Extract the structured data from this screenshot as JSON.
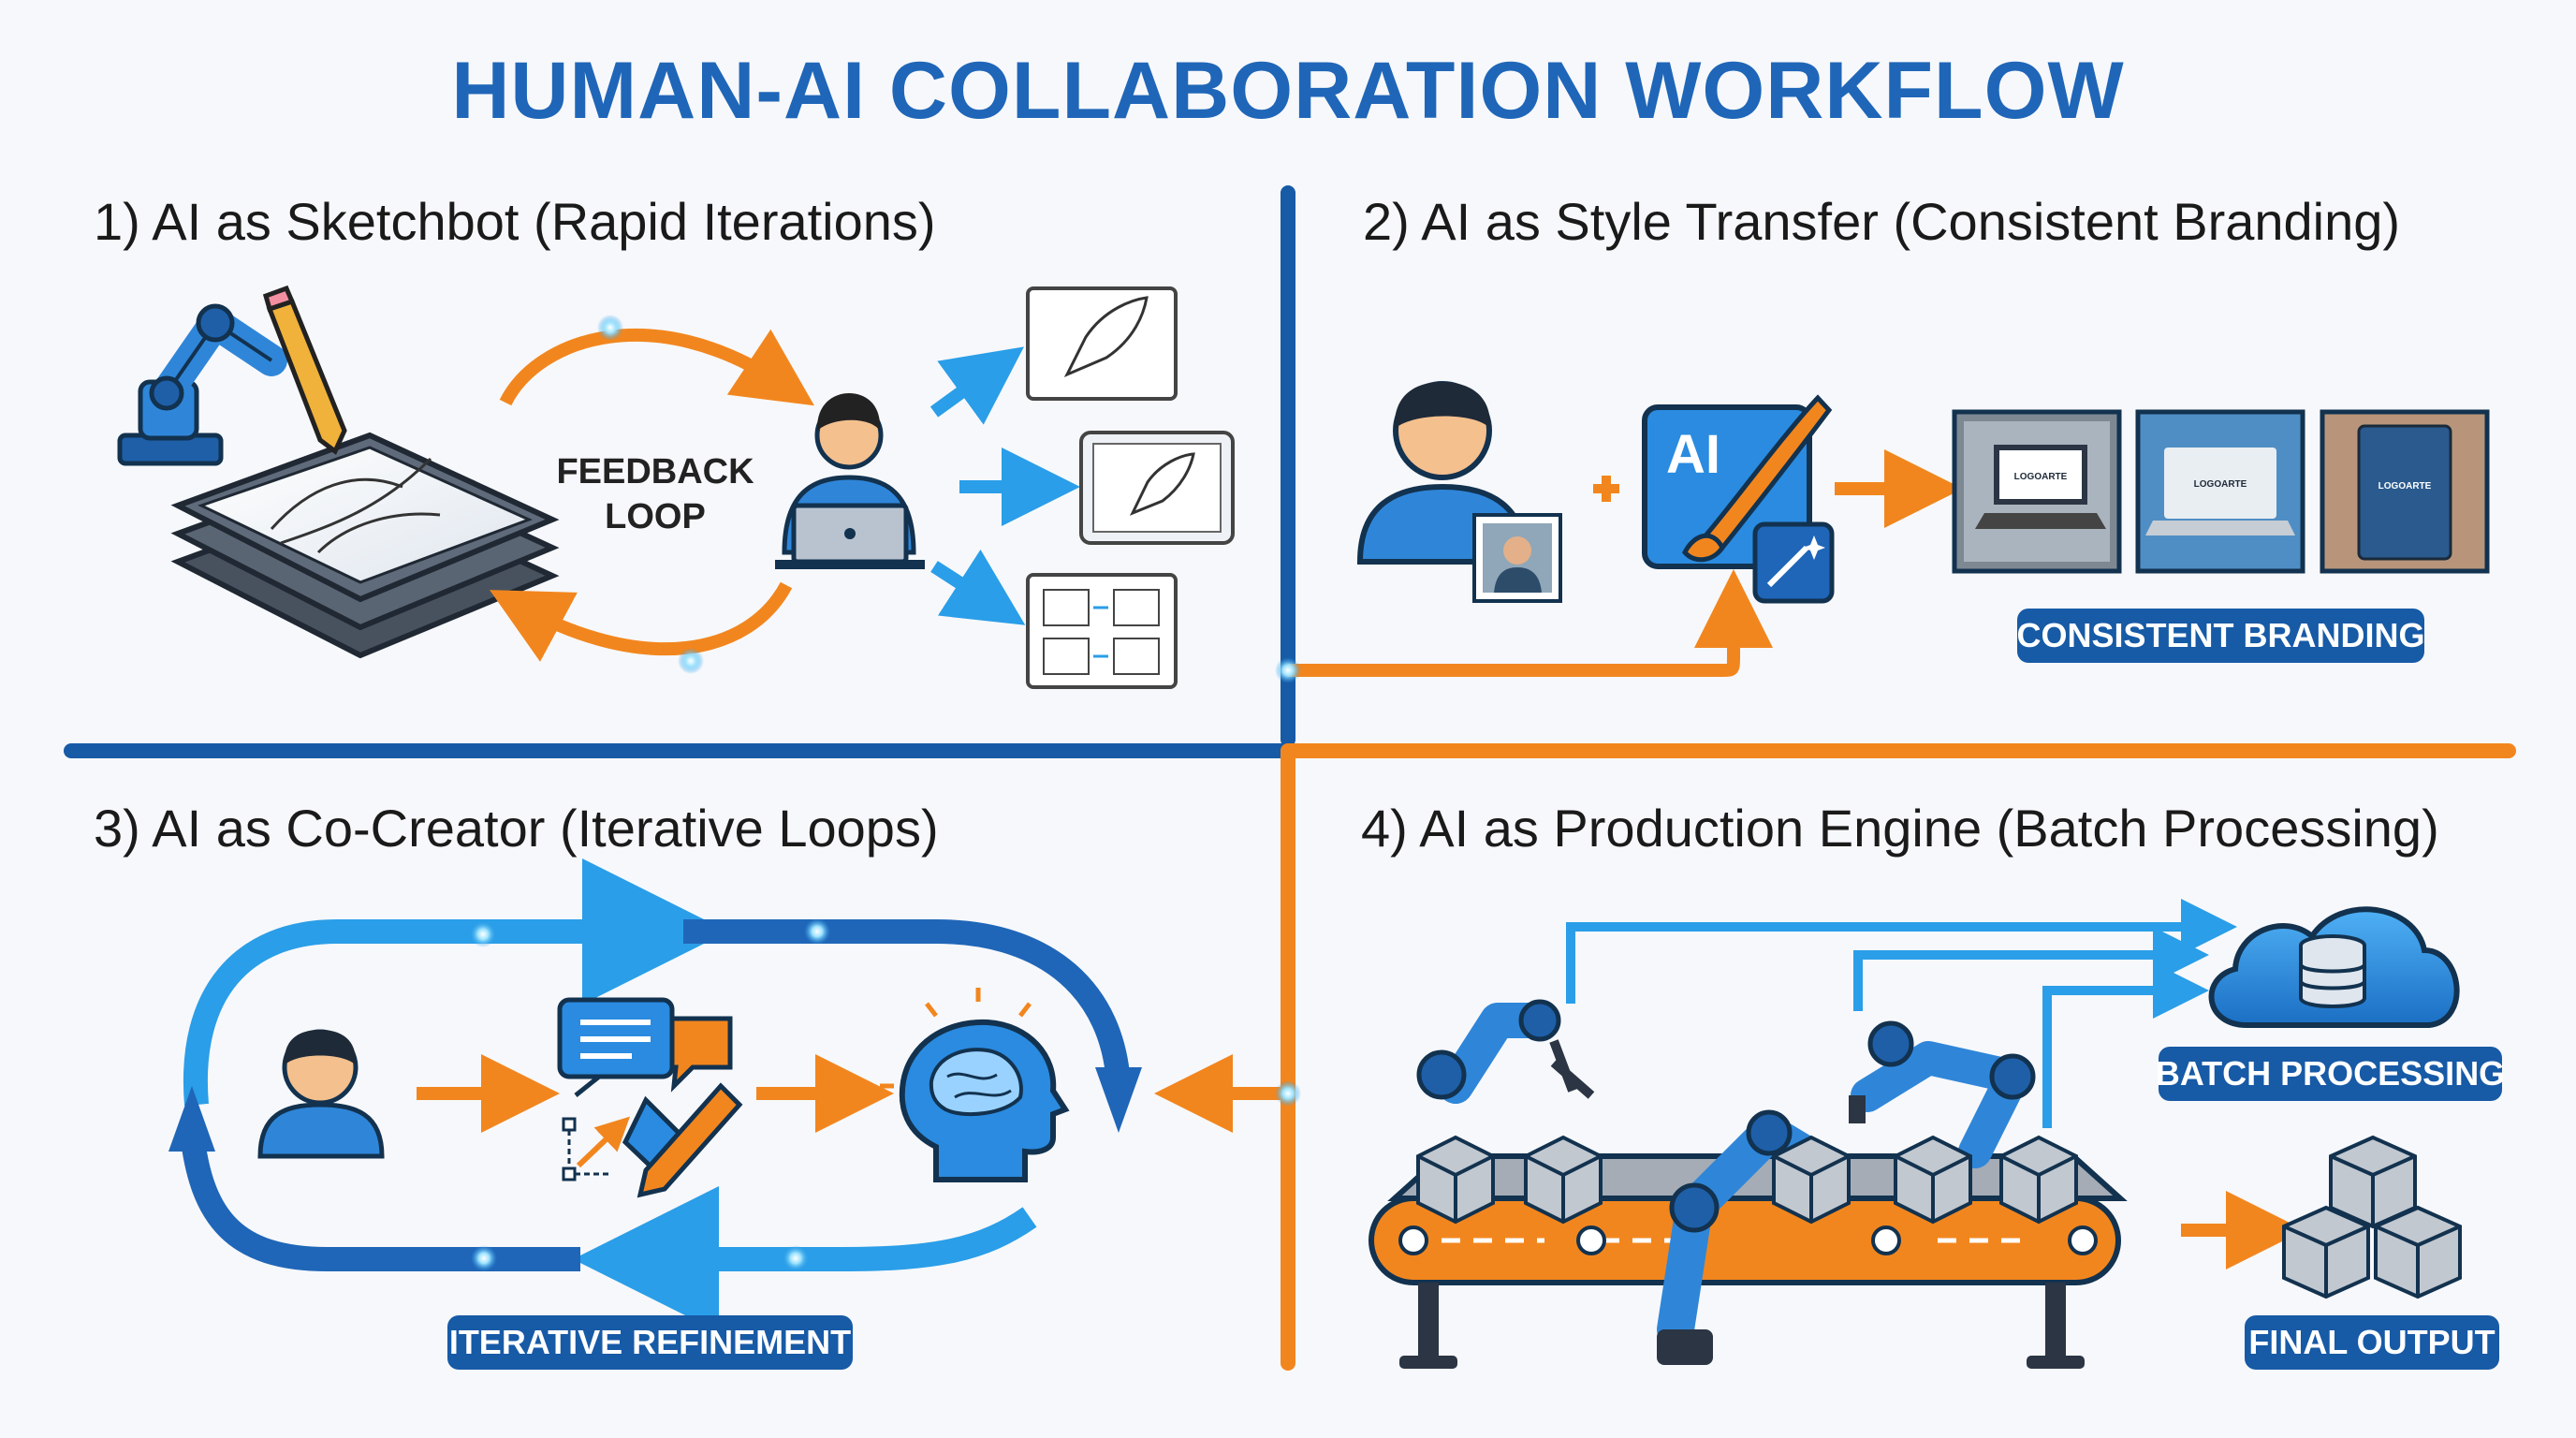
{
  "title": "HUMAN-AI COLLABORATION WORKFLOW",
  "sections": [
    {
      "heading": "1) AI as Sketchbot (Rapid Iterations)",
      "center_label": "FEEDBACK\nLOOP"
    },
    {
      "heading": "2) AI as Style Transfer (Consistent Branding)",
      "badge": "CONSISTENT BRANDING",
      "ai_label": "AI",
      "logo_text": "LOGOARTE"
    },
    {
      "heading": "3) AI as Co-Creator (Iterative Loops)",
      "badge": "ITERATIVE REFINEMENT"
    },
    {
      "heading": "4) AI as Production Engine (Batch Processing)",
      "badge_batch": "BATCH PROCESSING",
      "badge_output": "FINAL OUTPUT"
    }
  ],
  "colors": {
    "blue": "#1f66b8",
    "dark_blue": "#175aa6",
    "light_blue": "#2a9ee8",
    "orange": "#f2861e",
    "dark": "#2b3544"
  },
  "icons": [
    "robot-arm-icon",
    "pencil-icon",
    "tablet-stack-icon",
    "user-laptop-icon",
    "rocket-sketch-icon",
    "user-icon",
    "photo-icon",
    "ai-brush-icon",
    "magic-wand-icon",
    "laptop-mockup-icon",
    "notebook-mockup-icon",
    "chat-bubble-icon",
    "pen-tool-icon",
    "brain-head-icon",
    "cloud-database-icon",
    "conveyor-belt-icon",
    "box-icon"
  ]
}
